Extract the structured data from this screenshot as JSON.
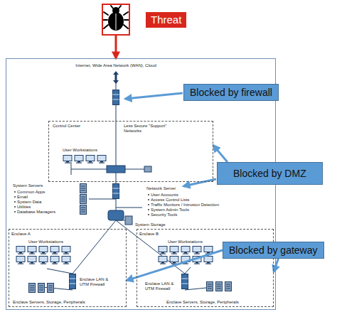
{
  "diagram": {
    "nodes": [
      {
        "text": [
          "Threat"
        ]
      },
      {
        "text": [
          "Internet, Wide Area Network (WAN), Cloud"
        ]
      },
      {
        "text": [
          "Control Center",
          "Less Secure \"Support\" Networks",
          "User Workstations"
        ],
        "in": 1
      },
      {
        "text": [
          "Enclave A",
          "User Workstations",
          "Enclave LAN & UTM Firewall",
          "Enclave Servers, Storage, Peripherals"
        ],
        "in": 1
      },
      {
        "text": [
          "Enclave B",
          "User Workstations",
          "Enclave LAN & UTM Firewall",
          "Enclave Servers, Storage, Peripherals"
        ],
        "in": 1
      },
      {
        "text": [
          "Blocked by firewall"
        ]
      },
      {
        "text": [
          "Blocked by DMZ"
        ]
      },
      {
        "text": [
          "Blocked by gateway"
        ]
      }
    ],
    "edges": [
      {
        "from": 0,
        "to": 1,
        "arrow": "to"
      },
      {
        "from": 6,
        "to": 2,
        "arrow": "to"
      },
      {
        "from": 7,
        "to": 3,
        "arrow": "to"
      },
      {
        "from": 7,
        "to": 4,
        "arrow": "to"
      }
    ],
    "labels": [
      "System Servers",
      "Common Apps",
      "Email",
      "System Data",
      "Utilities",
      "Database Managers",
      "Network Server",
      "User Accounts",
      "Access Control Lists",
      "Traffic Monitors / Intrusion Detection",
      "System Admin Tools",
      "Security Tools",
      "System Storage"
    ]
  }
}
